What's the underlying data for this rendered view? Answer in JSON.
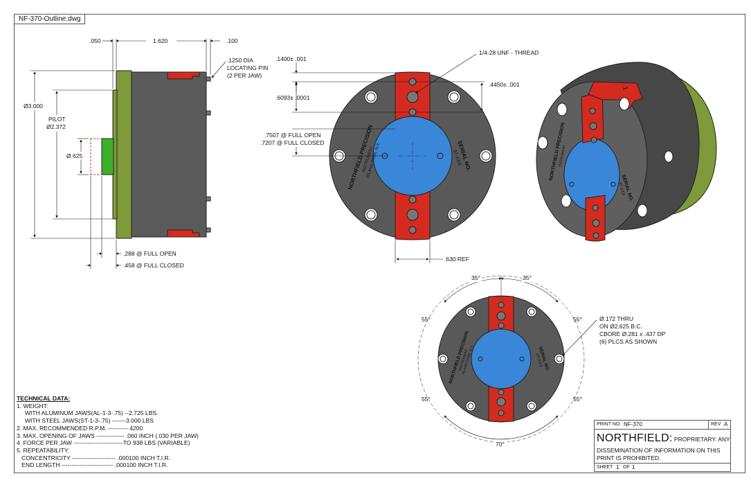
{
  "file": {
    "name": "NF-370-Outline.dwg"
  },
  "side_view": {
    "dim_050": ".050",
    "dim_1620": "1.620",
    "dim_100": ".100",
    "dim_3000": "Ø3.000",
    "pilot_label": "PILOT",
    "pilot_dim": "Ø2.372",
    "dim_625": "Ø.625",
    "pin_note_1": ".1250 DIA",
    "pin_note_2": "LOCATING PIN",
    "pin_note_3": "(2 PER JAW)",
    "open_288": ".288 @ FULL OPEN",
    "closed_458": ".458 @ FULL CLOSED"
  },
  "front_view": {
    "dim_1400": ".1400± .001",
    "dim_6093": ".6093± .0001",
    "dim_4450": ".4450± .001",
    "thread_note": "1/4-28 UNF - THREAD",
    "open_7507": ".7507 @ FULL OPEN",
    "closed_7207": ".7207 @ FULL CLOSED",
    "ref_630": ".630 REF",
    "engrave_brand_1": "NORTHFIELD PRECISION",
    "engrave_brand_2": "INSTRUMENT",
    "engrave_brand_3": "ISLAND PARK, N.Y.",
    "engrave_serial_1": "SERIAL NO.",
    "engrave_serial_2": "37-XXX"
  },
  "iso_view": {
    "jaw_mark": "1"
  },
  "bolt_view": {
    "angle_35": "35°",
    "angle_55": "55°",
    "angle_70": "70°",
    "note_1": "Ø.172 THRU",
    "note_2": "ON Ø2.625 B.C.",
    "note_3": "CBORE Ø.281 x .437 DP",
    "note_4": "(6) PLCS AS SHOWN"
  },
  "technical": {
    "heading": "TECHNICAL DATA:",
    "lines": [
      "1. WEIGHT:",
      "     WITH ALUMINUM JAWS(AL-1-3-.75) --2.725 LBS.",
      "     WITH STEEL JAWS(ST-1-3-.75) -------3.000 LBS",
      "2. MAX. RECOMMENDED R.P.M. ---------- 4200",
      "3. MAX. OPENING OF JAWS -------------- .060 INCH (.030 PER JAW)",
      "4. FORCE PER JAW -------------------------TO 938 LBS (VARIABLE)",
      "5. REPEATABILITY:",
      "   CONCENTRICITY ---------------------- .000100 INCH T.I.R.",
      "   END LENGTH -------------------------- .000100 INCH T.I.R."
    ]
  },
  "title_block": {
    "print_no_label": "PRINT NO.",
    "print_no": "NF-370",
    "rev_label": "REV",
    "rev": "A",
    "company": "NORTHFIELD:",
    "prop_1": "PROPRIETARY. ANY",
    "prop_2": "DISSEMINATION OF INFORMATION ON THIS",
    "prop_3": "PRINT IS PROHIBITED.",
    "sheet_label": "SHEET",
    "sheet": "1",
    "of_label": "OF",
    "of": "1"
  },
  "colors": {
    "body_gray": "#595959",
    "jaw_red": "#d42a1f",
    "bore_blue": "#3a86d8",
    "pilot_green": "#3fae2a",
    "flange_olive": "#7e9a3a"
  }
}
